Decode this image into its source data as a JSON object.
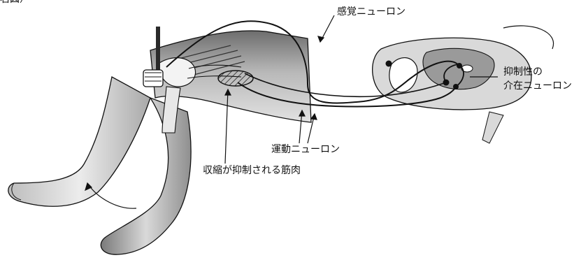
{
  "labels": {
    "corner": "右図）",
    "sensory_neuron": "感覚ニューロン",
    "inhibitory_line1": "抑制性の",
    "inhibitory_line2": "介在ニューロン",
    "motor_neuron": "運動ニューロン",
    "inhibited_muscle": "収縮が抑制される筋肉"
  },
  "colors": {
    "ink": "#111111",
    "shade_dark": "#3a3a3a",
    "shade_mid": "#8c8c8c",
    "shade_light": "#d6d6d6",
    "leg_fill": "#e4e4e4"
  }
}
